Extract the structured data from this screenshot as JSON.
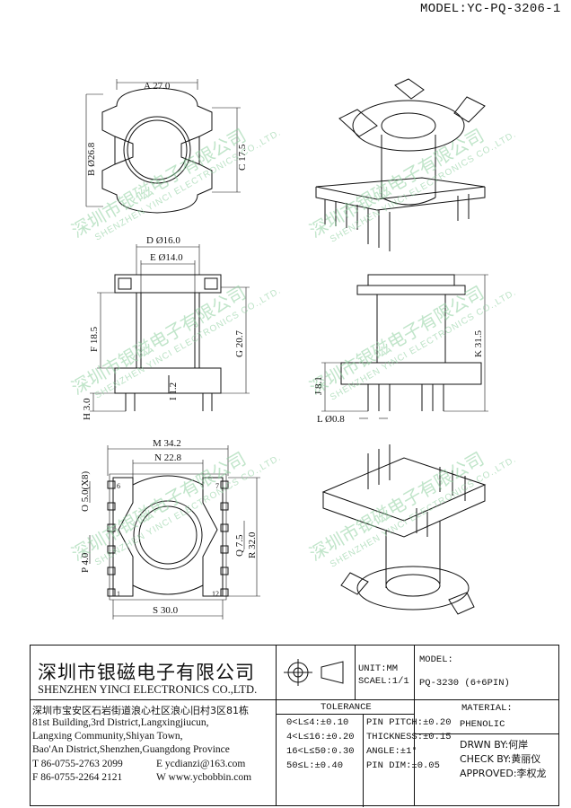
{
  "model_title": "MODEL:YC-PQ-3206-1",
  "watermark": {
    "cn": "深圳市银磁电子有限公司",
    "en": "SHENZHEN YINCI ELECTRONICS CO.,LTD."
  },
  "dimensions": {
    "A": "A 27.0",
    "B": "B Ø26.8",
    "C": "C 17.5",
    "D": "D Ø16.0",
    "E": "E Ø14.0",
    "F": "F 18.5",
    "G": "G 20.7",
    "H": "H 3.0",
    "I": "I 1.2",
    "J": "J 8.1",
    "K": "K 31.5",
    "L": "L Ø0.8",
    "M": "M 34.2",
    "N": "N 22.8",
    "O": "O 5.0(X8)",
    "P": "P 4.0",
    "Q": "Q 7.5",
    "R": "R 32.0",
    "S": "S 30.0",
    "pin1": "1",
    "pin6": "6",
    "pin7": "7",
    "pin12": "12"
  },
  "title_block": {
    "company_cn": "深圳市银磁电子有限公司",
    "company_en": "SHENZHEN YINCI ELECTRONICS CO.,LTD.",
    "address_cn": "深圳市宝安区石岩街道浪心社区浪心旧村3区81栋",
    "address_en_1": "81st Building,3rd District,Langxingjiucun,",
    "address_en_2": "Langxing Community,Shiyan Town,",
    "address_en_3": "Bao'An District,Shenzhen,Guangdong Province",
    "tel": "T 86-0755-2763 2099",
    "email": "E ycdianzi@163.com",
    "fax": "F 86-0755-2264 2121",
    "web": "W www.ycbobbin.com",
    "unit": "UNIT:MM",
    "scale": "SCAEL:1/1",
    "model_label": "MODEL:",
    "model_value": "PQ-3230 (6+6PIN)",
    "tolerance_label": "TOLERANCE",
    "tol_1": "0<L≤4:±0.10",
    "tol_2": "4<L≤16:±0.20",
    "tol_3": "16<L≤50:0.30",
    "tol_4": "50≤L:±0.40",
    "pin_pitch": "PIN PITCH:±0.20",
    "thickness": "THICKNESS:±0.15",
    "angle": "ANGLE:±1°",
    "pin_dim": "PIN DIM:±0.05",
    "material_label": "MATERIAL:",
    "material_value": "PHENOLIC",
    "drawn_by": "DRWN BY:何岸",
    "check_by": "CHECK BY:黄丽仪",
    "approved": "APPROVED:李权龙"
  }
}
